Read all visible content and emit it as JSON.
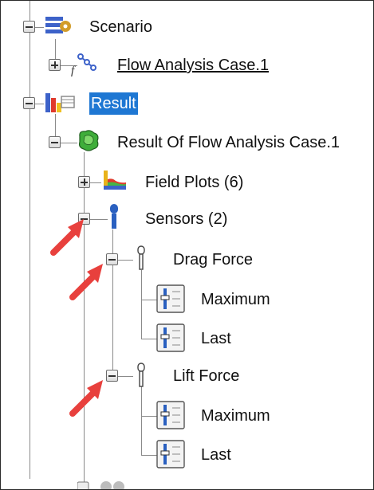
{
  "tree": {
    "scenario": {
      "label": "Scenario",
      "icon": "scenario-gear-icon"
    },
    "flow_case": {
      "label": "Flow Analysis Case.1",
      "icon": "formula-link-icon"
    },
    "result": {
      "label": "Result",
      "icon": "result-bar-icon",
      "selected": true
    },
    "result_of": {
      "label": "Result Of Flow Analysis Case.1",
      "icon": "green-blob-icon"
    },
    "field_plots": {
      "label": "Field Plots (6)",
      "icon": "field-plot-icon"
    },
    "sensors": {
      "label": "Sensors (2)",
      "icon": "sensor-probe-icon"
    },
    "drag_force": {
      "label": "Drag Force",
      "icon": "sensor-outline-icon",
      "children": [
        {
          "label": "Maximum",
          "icon": "slider-panel-icon"
        },
        {
          "label": "Last",
          "icon": "slider-panel-icon"
        }
      ]
    },
    "lift_force": {
      "label": "Lift Force",
      "icon": "sensor-outline-icon",
      "children": [
        {
          "label": "Maximum",
          "icon": "slider-panel-icon"
        },
        {
          "label": "Last",
          "icon": "slider-panel-icon"
        }
      ]
    }
  },
  "colors": {
    "selection": "#1e77d3",
    "tree_line": "#8a8a8a",
    "callout_arrow": "#e8403d"
  }
}
